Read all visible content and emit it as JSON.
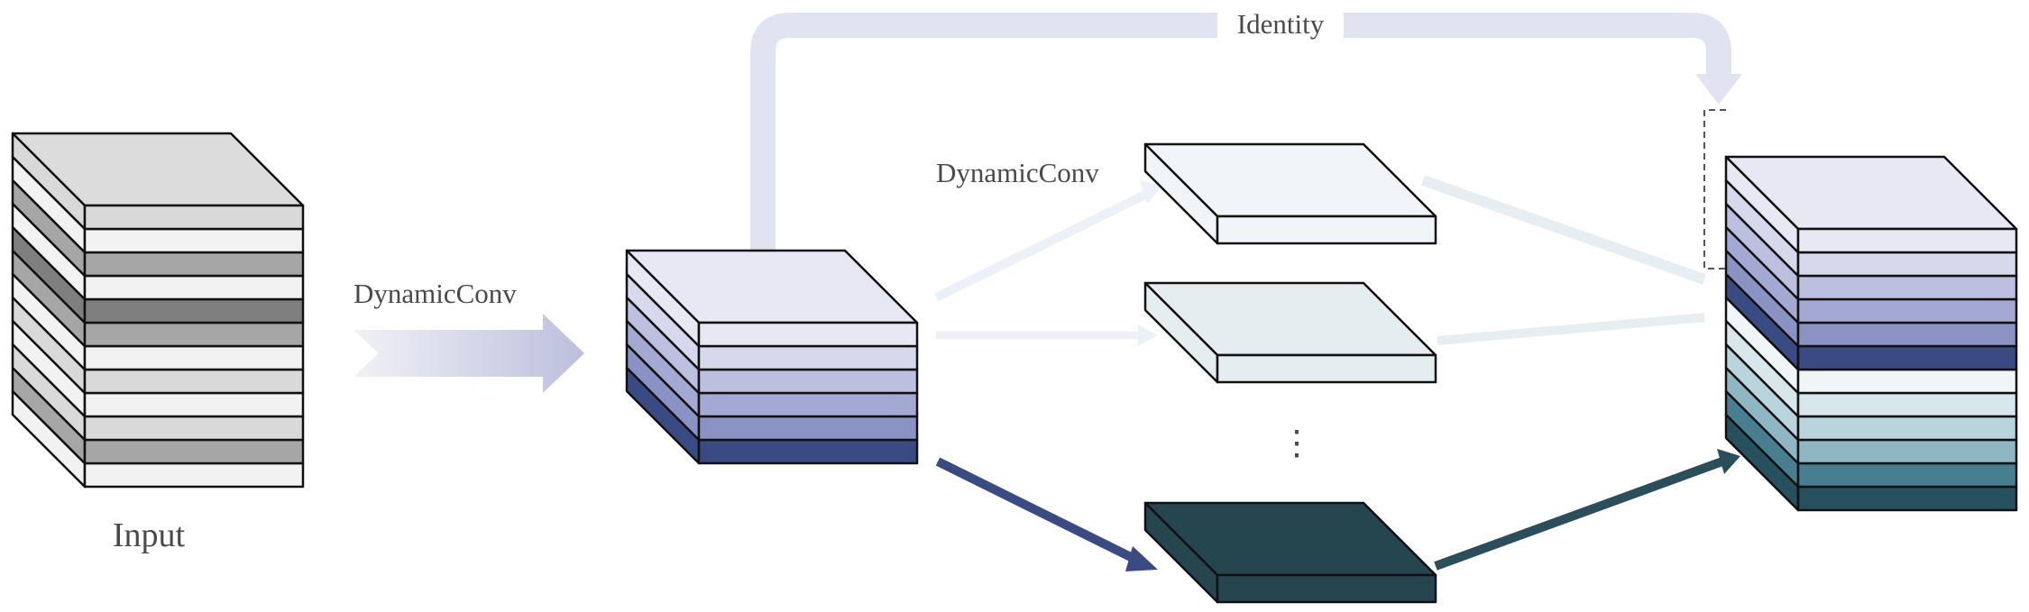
{
  "labels": {
    "input": "Input",
    "dynamic_conv_left": "DynamicConv",
    "dynamic_conv_mid": "DynamicConv",
    "identity": "Identity",
    "ellipsis": "⋮"
  },
  "colors": {
    "input_layers": [
      "#f2f2f2",
      "#a6a6a6",
      "#d9d9d9",
      "#f2f2f2",
      "#d9d9d9",
      "#f2f2f2",
      "#a6a6a6",
      "#7f7f7f",
      "#f2f2f2",
      "#a6a6a6",
      "#f2f2f2",
      "#d9d9d9"
    ],
    "input_top": "#dcdcdc",
    "mid_layers": [
      "#3a4a83",
      "#8b92c4",
      "#a3a9d2",
      "#bcc0de",
      "#d6d8eb",
      "#e7e8f4"
    ],
    "mid_top": "#e8e8f4",
    "out_layers": [
      "#26505e",
      "#487f90",
      "#8fb7c3",
      "#b9d4dc",
      "#d7e7ec",
      "#f0f5f7",
      "#3a4a83",
      "#8b92c4",
      "#a3a9d2",
      "#bcc0de",
      "#d6d8eb",
      "#e7e8f4"
    ],
    "out_top": "#e8e8f4",
    "branch1_top": "#f1f5f7",
    "branch1_front": "#f1f5f7",
    "branch2_top": "#e6edf0",
    "branch2_front": "#e6edf0",
    "branch3_top": "#25454f",
    "branch3_front": "#25454f",
    "identity_path": "#e2e3f1",
    "arrow_gradient_start": "#f1f1f6",
    "arrow_gradient_end": "#bcbfde",
    "arrow_pale": "#eef0f8",
    "arrow_pale_2": "#e7eef1",
    "arrow_navy": "#3a4a83",
    "arrow_teal": "#2b4f5a"
  }
}
